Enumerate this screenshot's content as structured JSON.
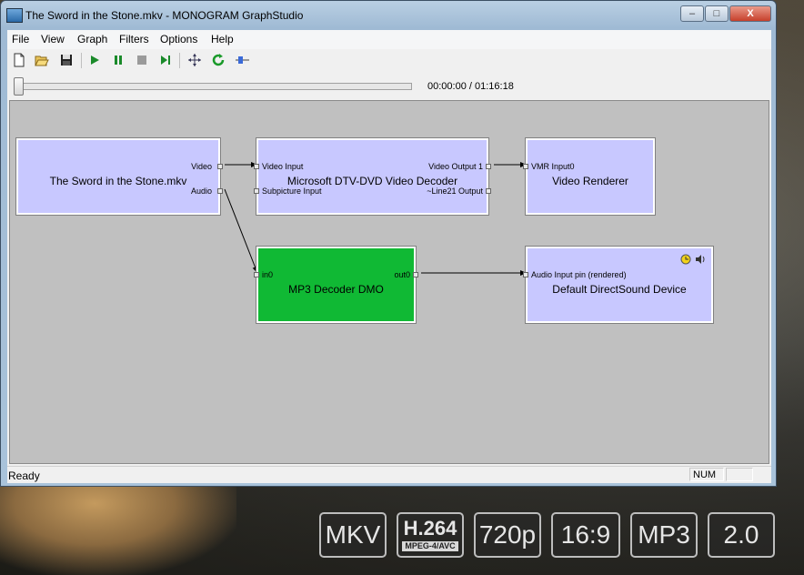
{
  "window": {
    "title": "The Sword in the Stone.mkv - MONOGRAM GraphStudio",
    "controls": {
      "minimize": "–",
      "maximize": "□",
      "close": "X"
    }
  },
  "menu": [
    "File",
    "View",
    "Graph",
    "Filters",
    "Options",
    "Help"
  ],
  "toolbar": {
    "icons": [
      "new-icon",
      "open-icon",
      "save-icon",
      "play-icon",
      "pause-icon",
      "stop-icon",
      "step-icon",
      "arrange-icon",
      "refresh-icon",
      "seek-icon"
    ]
  },
  "seek": {
    "time": "00:00:00 / 01:16:18",
    "position_fraction": 0
  },
  "filters": {
    "source": {
      "name": "The Sword in the Stone.mkv",
      "pins": {
        "video": "Video",
        "audio": "Audio"
      }
    },
    "video_decoder": {
      "name": "Microsoft DTV-DVD Video Decoder",
      "pins": {
        "video_input": "Video Input",
        "subpicture_input": "Subpicture Input",
        "video_output": "Video Output 1",
        "line21_output": "~Line21 Output"
      }
    },
    "video_renderer": {
      "name": "Video Renderer",
      "pins": {
        "input": "VMR Input0"
      }
    },
    "mp3_decoder": {
      "name": "MP3 Decoder DMO",
      "pins": {
        "input": "in0",
        "output": "out0"
      }
    },
    "audio_renderer": {
      "name": "Default DirectSound Device",
      "pins": {
        "input": "Audio Input pin (rendered)"
      }
    }
  },
  "status": {
    "text": "Ready",
    "num": "NUM"
  },
  "badges": {
    "container": "MKV",
    "codec": "H.264",
    "codec_sub": "MPEG-4/AVC",
    "resolution": "720p",
    "aspect": "16:9",
    "audio": "MP3",
    "channels": "2.0"
  },
  "colors": {
    "filter_default": "#c8c8ff",
    "filter_active": "#10b934",
    "canvas": "#c0c0c0"
  }
}
